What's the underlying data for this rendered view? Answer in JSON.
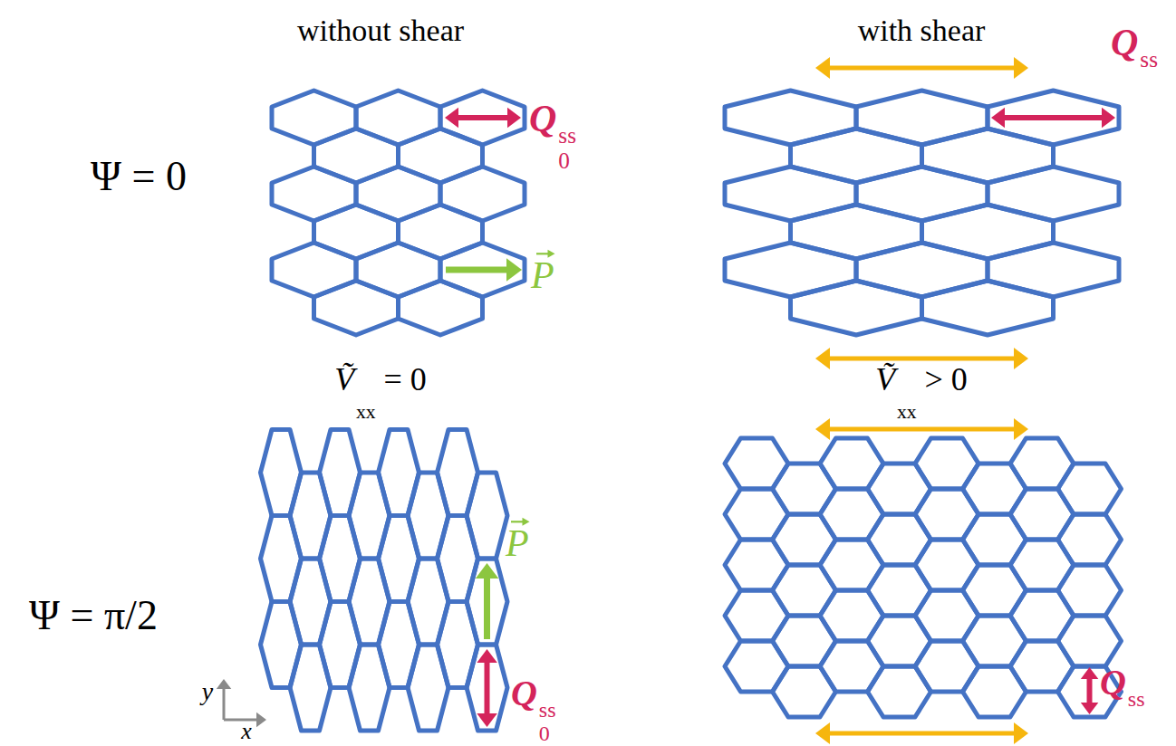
{
  "diagram": {
    "labels": [
      "without shear",
      "with shear",
      "Q",
      "ss",
      "0",
      "Q",
      "ss",
      "Ψ = 0",
      "P",
      "Ṽ",
      "xx",
      "= 0",
      "Ṽ",
      "xx",
      "> 0",
      "P",
      "Ψ = π/2",
      "y",
      "Q",
      "ss",
      "0",
      "Q",
      "ss",
      "x"
    ]
  }
}
